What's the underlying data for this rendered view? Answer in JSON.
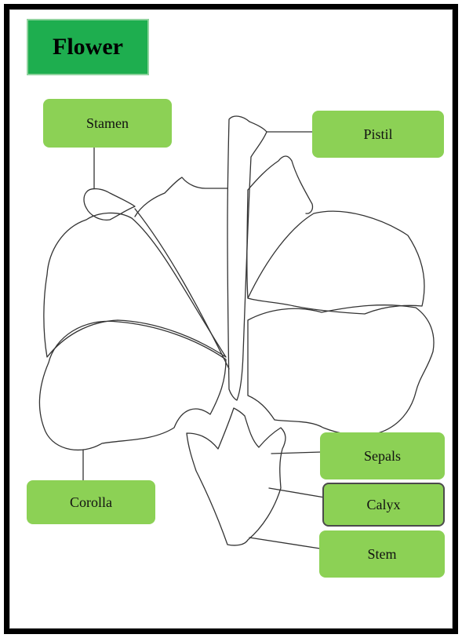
{
  "title": "Flower",
  "labels": {
    "stamen": "Stamen",
    "pistil": "Pistil",
    "corolla": "Corolla",
    "sepals": "Sepals",
    "calyx": "Calyx",
    "stem": "Stem"
  },
  "colors": {
    "title_fill": "#1eae4f",
    "label_fill": "#8cd155",
    "frame": "#000000",
    "outline": "#333333"
  }
}
